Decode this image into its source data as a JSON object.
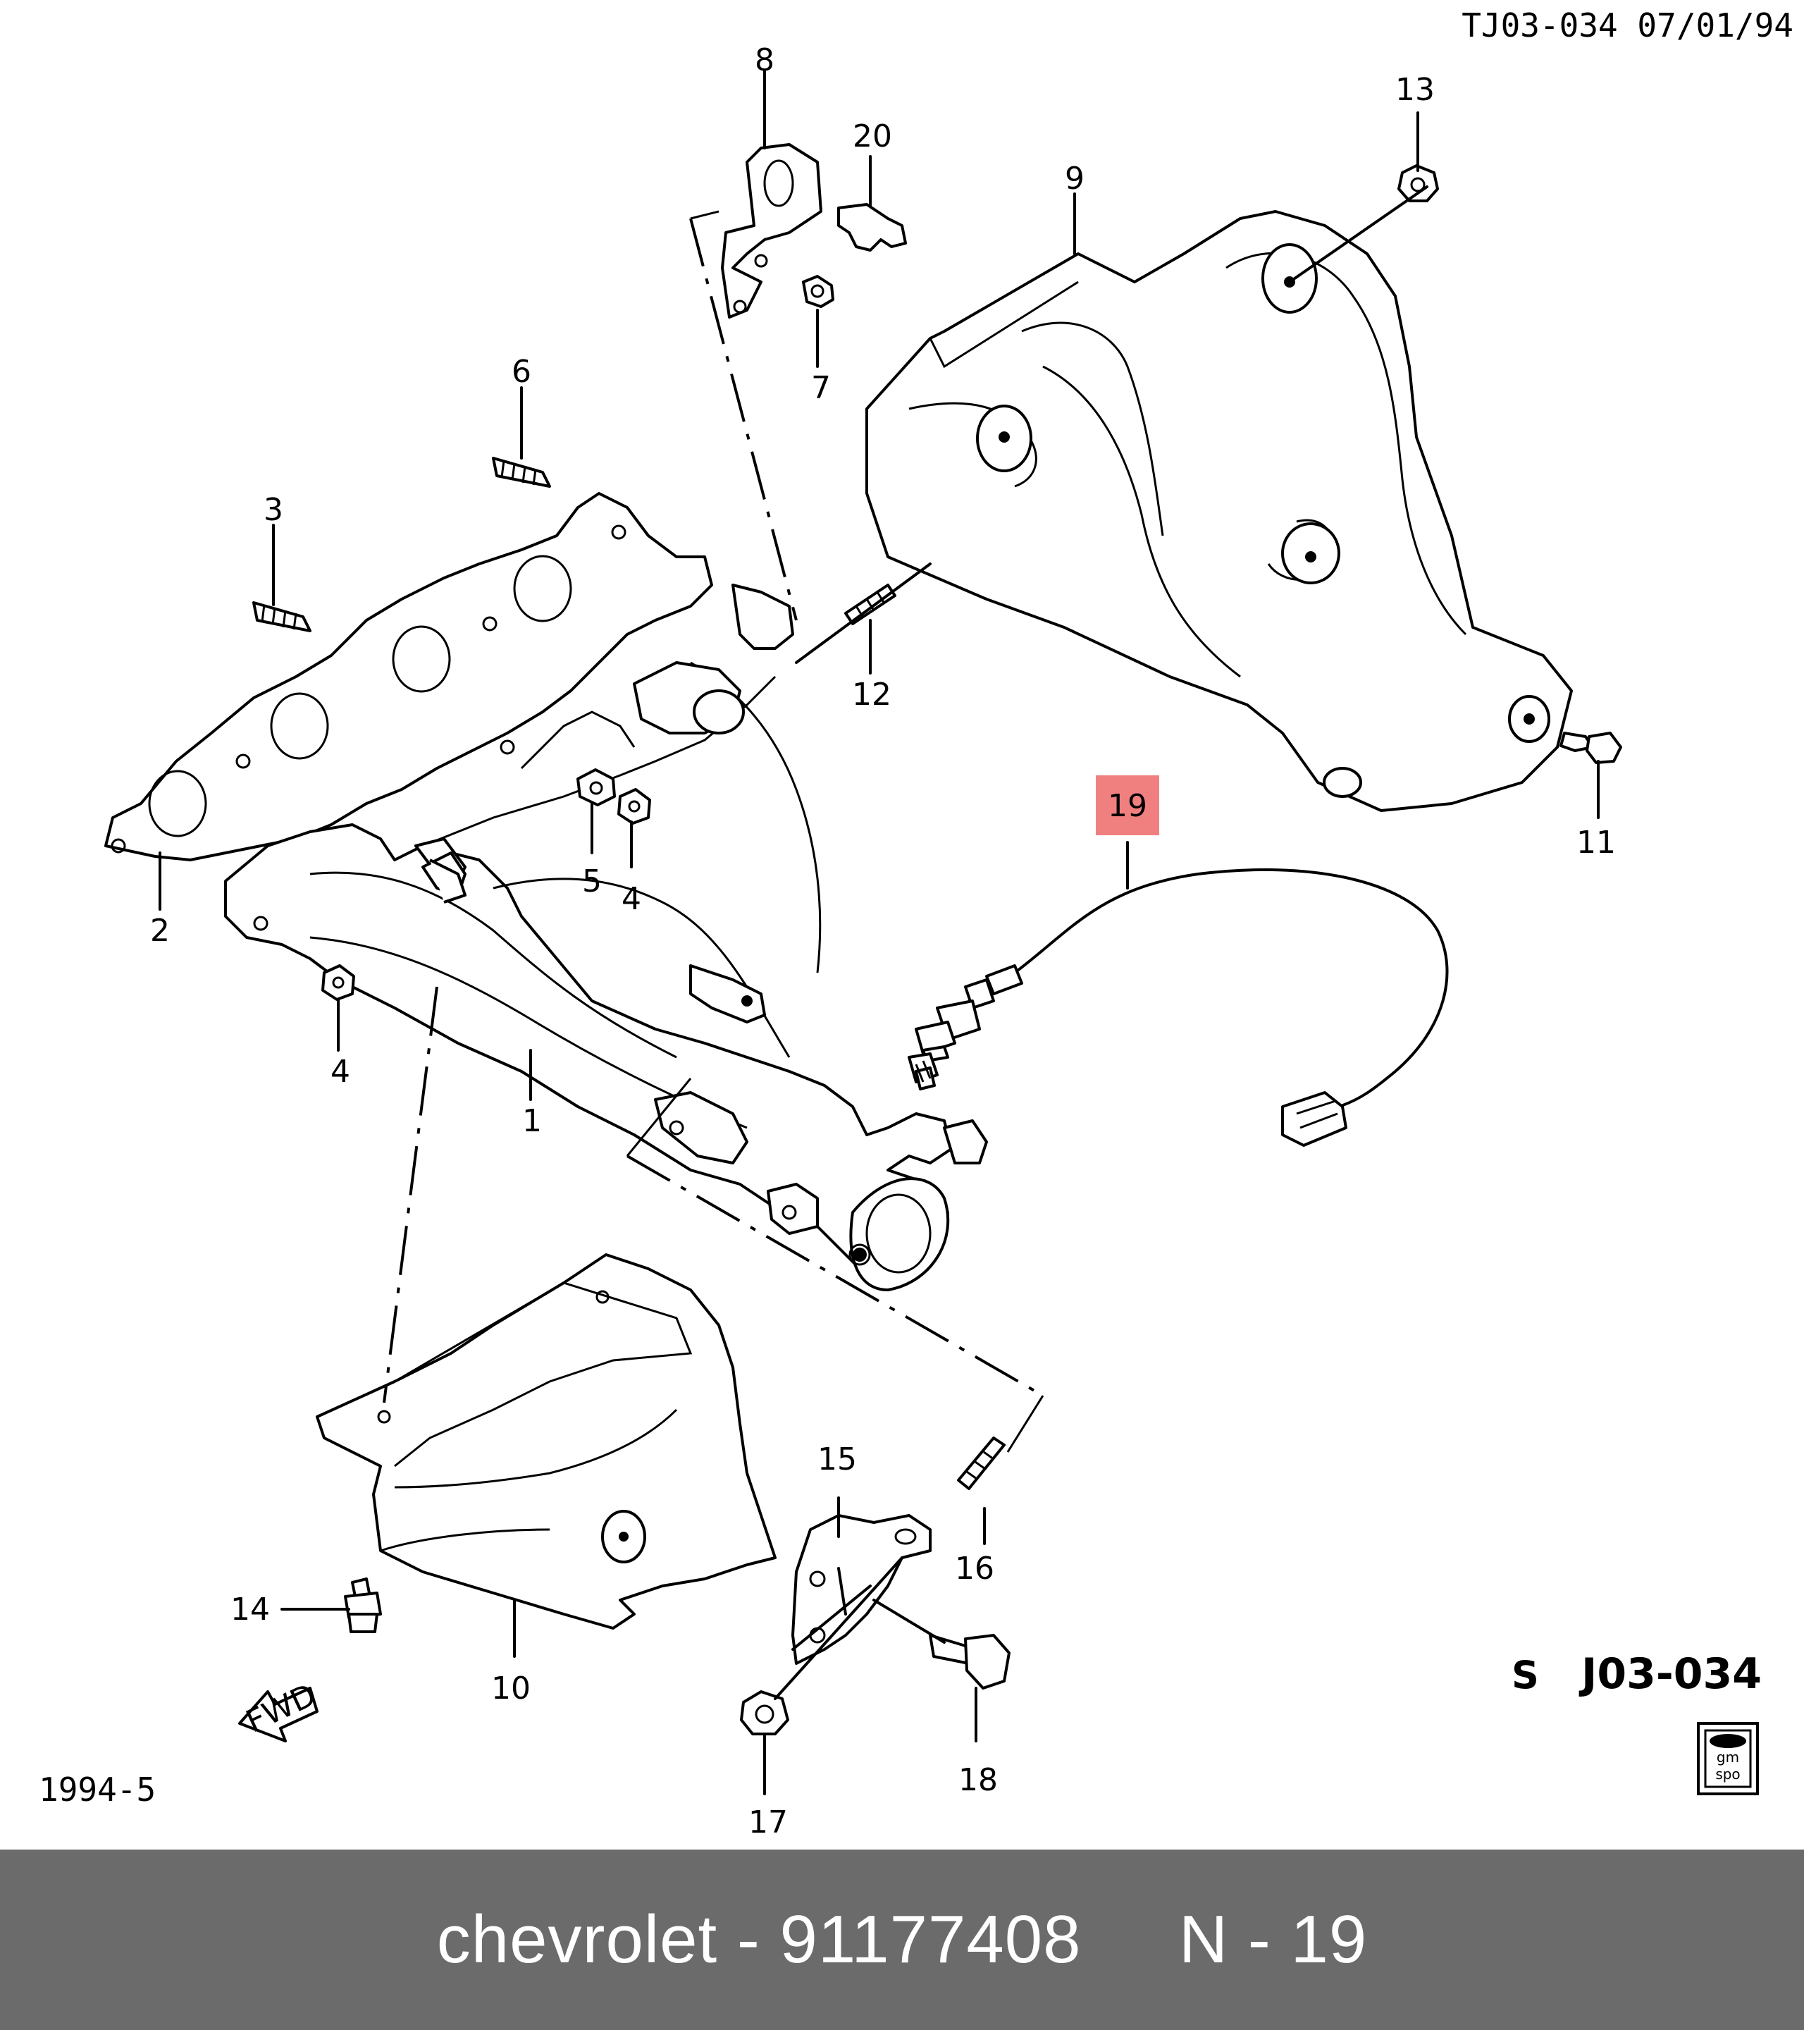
{
  "header": {
    "code": "TJ03-034 07/01/94"
  },
  "diagram_code": "J03-034",
  "diagram_code_prefix": "S",
  "revision": "1994-5",
  "fwd_label": "FWD",
  "badge": {
    "top": "gm",
    "bottom": "spo"
  },
  "highlight_color": "#f08080",
  "callouts": [
    {
      "id": "1",
      "label": "1"
    },
    {
      "id": "2",
      "label": "2"
    },
    {
      "id": "3",
      "label": "3"
    },
    {
      "id": "4a",
      "label": "4"
    },
    {
      "id": "4b",
      "label": "4"
    },
    {
      "id": "5",
      "label": "5"
    },
    {
      "id": "6",
      "label": "6"
    },
    {
      "id": "7",
      "label": "7"
    },
    {
      "id": "8",
      "label": "8"
    },
    {
      "id": "9",
      "label": "9"
    },
    {
      "id": "10",
      "label": "10"
    },
    {
      "id": "11",
      "label": "11"
    },
    {
      "id": "12",
      "label": "12"
    },
    {
      "id": "13",
      "label": "13"
    },
    {
      "id": "14",
      "label": "14"
    },
    {
      "id": "15",
      "label": "15"
    },
    {
      "id": "16",
      "label": "16"
    },
    {
      "id": "17",
      "label": "17"
    },
    {
      "id": "18",
      "label": "18"
    },
    {
      "id": "19",
      "label": "19",
      "highlighted": true
    },
    {
      "id": "20",
      "label": "20"
    }
  ],
  "footer": {
    "text": "chevrolet - 91177408     N - 19"
  }
}
